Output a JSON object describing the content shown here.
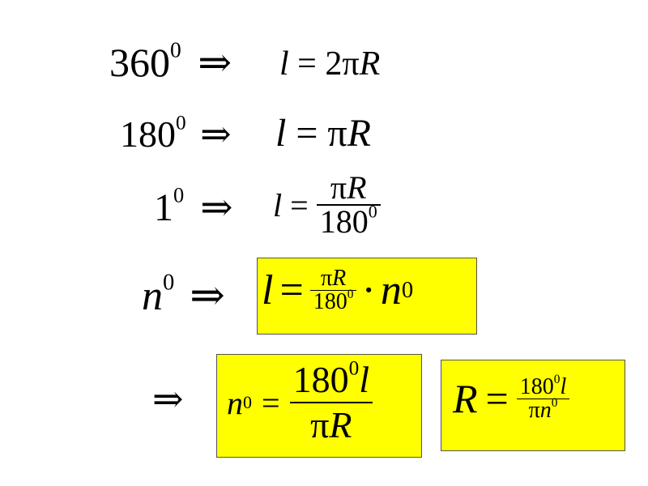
{
  "rows": {
    "r1": {
      "degree": "360",
      "sup": "0",
      "arrow": "⇒",
      "lhs": "l",
      "eq": "=",
      "rhs_num": "2π",
      "rhs_var": "R"
    },
    "r2": {
      "degree": "180",
      "sup": "0",
      "arrow": "⇒",
      "lhs": "l",
      "eq": "=",
      "rhs_pi": "π",
      "rhs_var": "R"
    },
    "r3": {
      "degree": "1",
      "sup": "0",
      "arrow": "⇒",
      "lhs": "l",
      "eq": "=",
      "num_pi": "π",
      "num_var": "R",
      "den": "180",
      "den_sup": "0"
    },
    "r4": {
      "var": "n",
      "sup": "0",
      "arrow": "⇒",
      "lhs": "l",
      "eq": "=",
      "num_pi": "π",
      "num_var": "R",
      "den": "180",
      "den_sup": "0",
      "dot": "·",
      "mul_var": "n",
      "mul_sup": "0"
    },
    "r5": {
      "arrow": "⇒",
      "left": {
        "var": "n",
        "sup": "0",
        "eq": "=",
        "num": "180",
        "num_sup": "0",
        "num_var": "l",
        "den_pi": "π",
        "den_var": "R"
      },
      "right": {
        "var": "R",
        "eq": "=",
        "num": "180",
        "num_sup": "0",
        "num_var": "l",
        "den_pi": "π",
        "den_var": "n",
        "den_sup": "0"
      }
    }
  },
  "colors": {
    "highlight": "#ffff00",
    "border": "#555555"
  }
}
